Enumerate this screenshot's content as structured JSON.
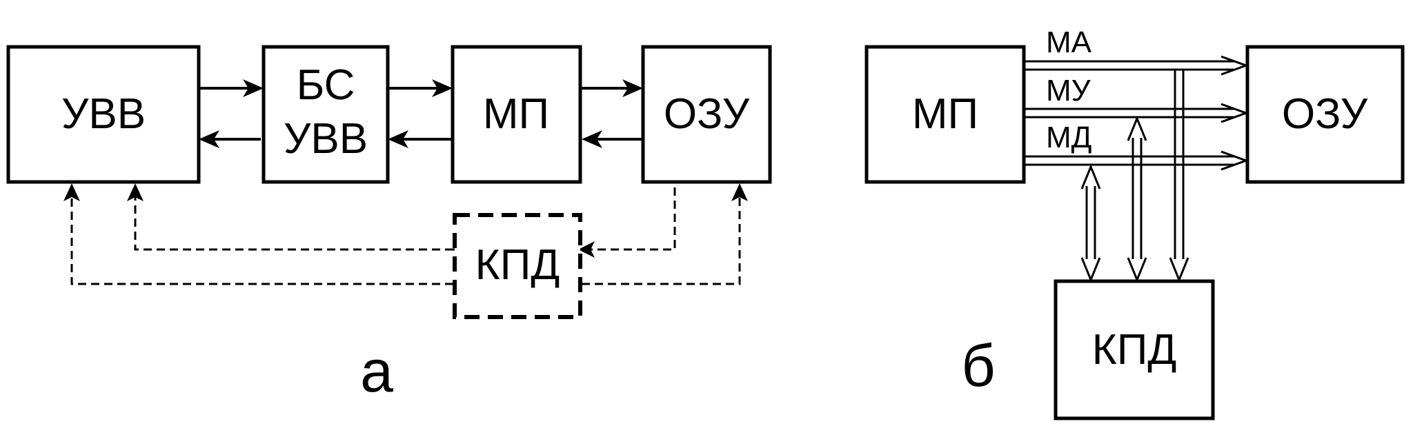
{
  "figure_a": {
    "blocks": {
      "uvv": "УВВ",
      "bs_uvv_line1": "БС",
      "bs_uvv_line2": "УВВ",
      "mp": "МП",
      "ozu": "ОЗУ",
      "kpd": "КПД"
    },
    "caption": "а"
  },
  "figure_b": {
    "blocks": {
      "mp": "МП",
      "ozu": "ОЗУ",
      "kpd": "КПД"
    },
    "buses": {
      "address": "МА",
      "control": "МУ",
      "data": "МД"
    },
    "caption": "б"
  }
}
